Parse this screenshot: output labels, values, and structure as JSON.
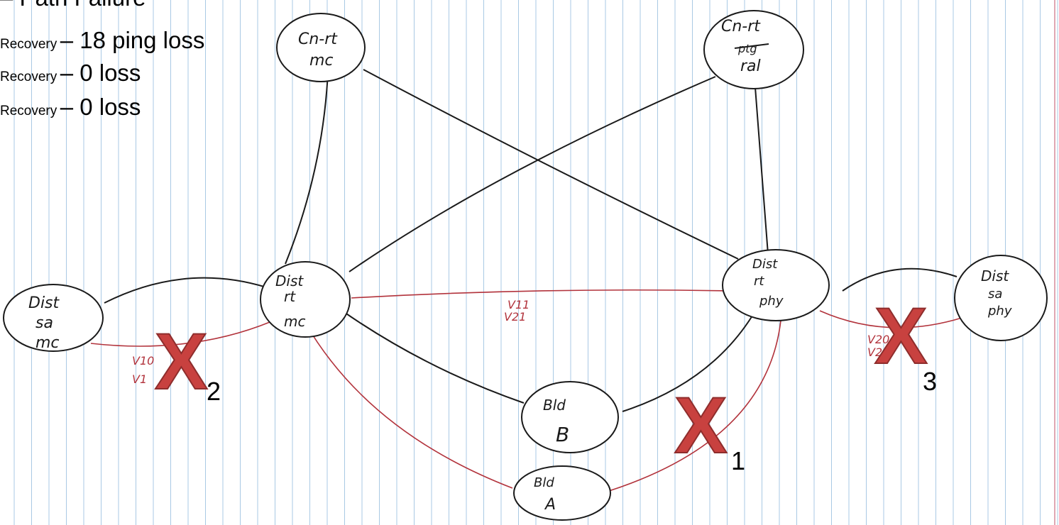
{
  "legend": {
    "path_failure": "– Path Failure",
    "items": [
      {
        "sub": "Recovery",
        "text": "– 18 ping loss"
      },
      {
        "sub": "Recovery",
        "text": "– 0 loss"
      },
      {
        "sub": "Recovery",
        "text": "– 0 loss"
      }
    ]
  },
  "nodes": {
    "core_mc": [
      "Cn-rt",
      "mc"
    ],
    "core_ral": [
      "Cn-rt",
      "ptg",
      "ral"
    ],
    "dist_rt_mc": [
      "Dist",
      "rt",
      "mc"
    ],
    "dist_rt_phy": [
      "Dist",
      "rt",
      "phy"
    ],
    "dist_sa_mc": [
      "Dist",
      "sa",
      "mc"
    ],
    "dist_sa_phy": [
      "Dist",
      "sa",
      "phy"
    ],
    "bld_b": [
      "Bld",
      "B"
    ],
    "bld_a": [
      "Bld",
      "A"
    ]
  },
  "link_labels": {
    "center": [
      "V11",
      "V21"
    ],
    "left": [
      "V10",
      "V1"
    ],
    "right": [
      "V20",
      "V2"
    ]
  },
  "failures": [
    {
      "mark": "X",
      "number": "1"
    },
    {
      "mark": "X",
      "number": "2"
    },
    {
      "mark": "X",
      "number": "3"
    }
  ],
  "colors": {
    "paper_lines": "#a9c9e4",
    "margin_line": "#d58a9a",
    "black_link": "#1a1a1a",
    "red_link": "#b2333c",
    "x_mark": "#c8413f"
  }
}
